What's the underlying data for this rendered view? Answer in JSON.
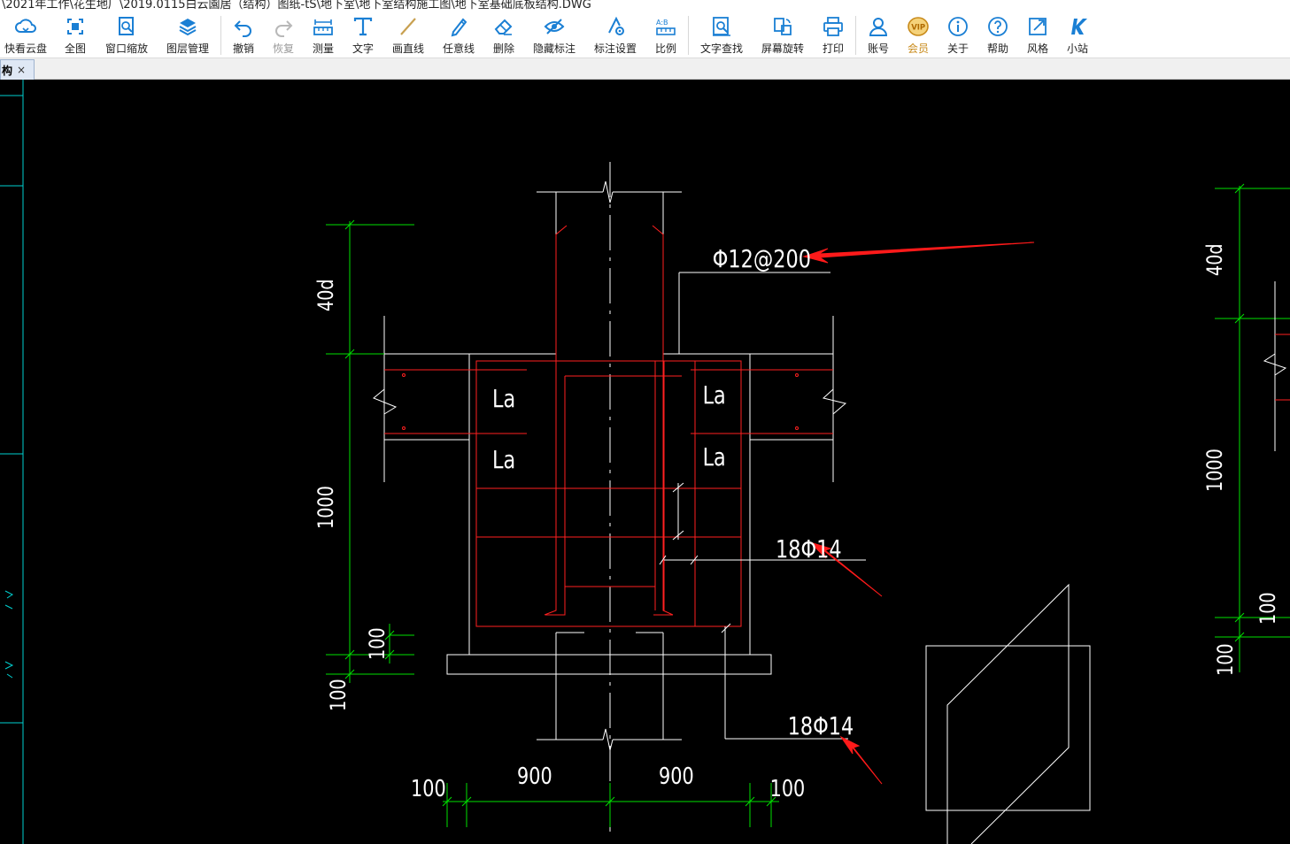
{
  "window": {
    "title": "\\2021年工作\\花生地厂\\2019.0115白云園居（结构）图纸-tS\\地下室\\地下室结构施工图\\地下室基础底板结构.DWG"
  },
  "toolbar": {
    "items": [
      {
        "label": "快看云盘",
        "icon": "cloud-icon"
      },
      {
        "label": "全图",
        "icon": "full-extent-icon"
      },
      {
        "label": "窗口缩放",
        "icon": "zoom-window-icon"
      },
      {
        "label": "图层管理",
        "icon": "layers-icon"
      },
      {
        "label": "撤销",
        "icon": "undo-icon"
      },
      {
        "label": "恢复",
        "icon": "redo-icon"
      },
      {
        "label": "测量",
        "icon": "measure-icon"
      },
      {
        "label": "文字",
        "icon": "text-icon"
      },
      {
        "label": "画直线",
        "icon": "line-icon"
      },
      {
        "label": "任意线",
        "icon": "freehand-icon"
      },
      {
        "label": "删除",
        "icon": "eraser-icon"
      },
      {
        "label": "隐藏标注",
        "icon": "eye-hide-icon"
      },
      {
        "label": "标注设置",
        "icon": "annotation-settings-icon"
      },
      {
        "label": "比例",
        "icon": "scale-icon"
      },
      {
        "label": "文字查找",
        "icon": "text-search-icon"
      },
      {
        "label": "屏幕旋转",
        "icon": "rotate-screen-icon"
      },
      {
        "label": "打印",
        "icon": "print-icon"
      },
      {
        "label": "账号",
        "icon": "user-icon"
      },
      {
        "label": "会员",
        "icon": "vip-icon"
      },
      {
        "label": "关于",
        "icon": "info-icon"
      },
      {
        "label": "帮助",
        "icon": "help-icon"
      },
      {
        "label": "风格",
        "icon": "style-icon"
      },
      {
        "label": "小站",
        "icon": "k-logo-icon"
      }
    ]
  },
  "tabs": [
    {
      "label": "构",
      "close": "×"
    }
  ],
  "drawing": {
    "labels": {
      "rebar_top": "Φ12@200",
      "rebar_mid": "18Φ14",
      "rebar_bottom": "18Φ14",
      "la1": "La",
      "la2": "La",
      "la3": "La",
      "la4": "La",
      "dim_40d": "40d",
      "dim_1000": "1000",
      "dim_100a": "100",
      "dim_100b": "100",
      "dim_bottom_100l": "100",
      "dim_bottom_900l": "900",
      "dim_bottom_900r": "900",
      "dim_bottom_100r": "100",
      "right_40d": "40d",
      "right_1000": "1000",
      "right_100a": "100",
      "right_100b": "100"
    }
  },
  "colors": {
    "accent_blue": "#1a7fd4",
    "vip_gold": "#c88a1a",
    "cad_white": "#ffffff",
    "cad_red": "#ff2020",
    "cad_green": "#00e000",
    "cad_cyan": "#00d0d0",
    "arrow_red": "#ff1a1a"
  }
}
